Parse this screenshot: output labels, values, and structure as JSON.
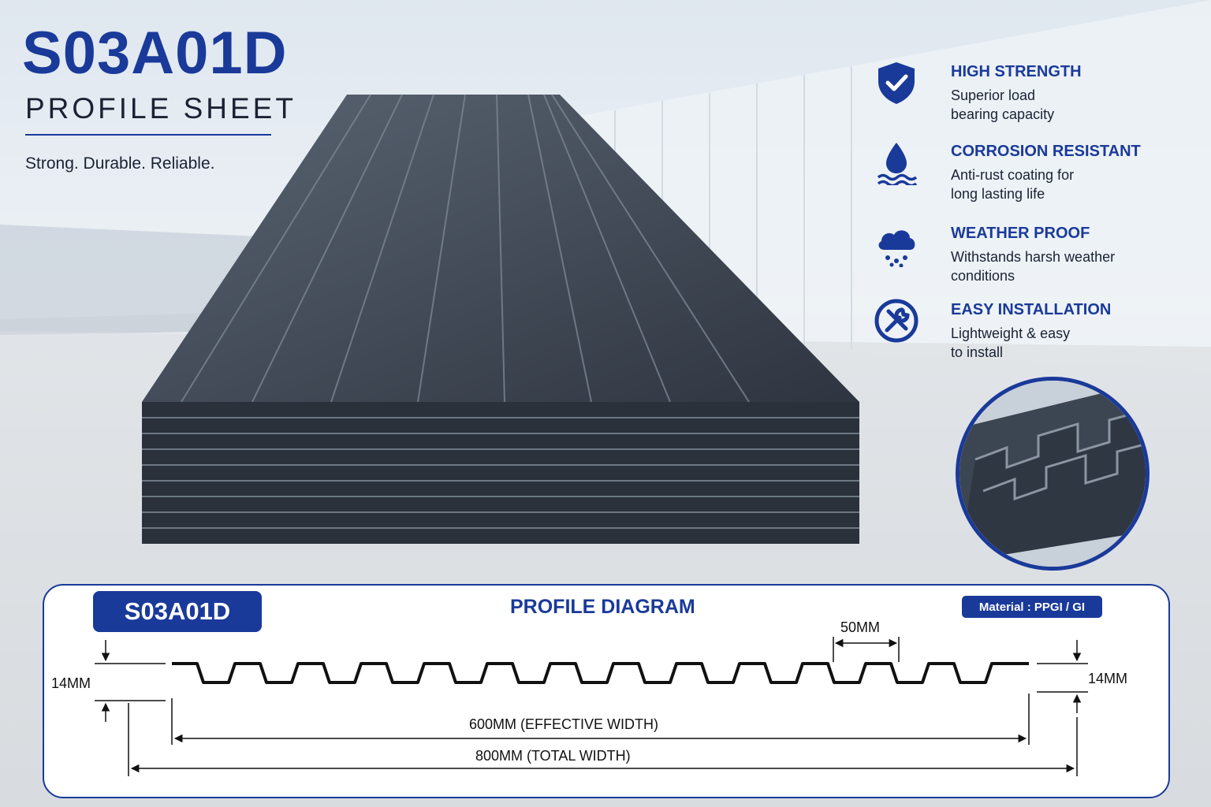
{
  "header": {
    "title": "S03A01D",
    "subtitle": "PROFILE SHEET",
    "tagline": "Strong. Durable. Reliable."
  },
  "features": [
    {
      "icon": "shield-check-icon",
      "title": "HIGH STRENGTH",
      "line1": "Superior load",
      "line2": "bearing capacity"
    },
    {
      "icon": "water-drop-icon",
      "title": "CORROSION RESISTANT",
      "line1": "Anti-rust coating for",
      "line2": "long lasting life"
    },
    {
      "icon": "rain-cloud-icon",
      "title": "WEATHER PROOF",
      "line1": "Withstands harsh weather",
      "line2": "conditions"
    },
    {
      "icon": "tools-icon",
      "title": "EASY INSTALLATION",
      "line1": "Lightweight & easy",
      "line2": "to install"
    }
  ],
  "diagram": {
    "badge": "S03A01D",
    "title": "PROFILE DIAGRAM",
    "material": "Material : PPGI / GI",
    "rib_spacing": "50MM",
    "height_left": "14MM",
    "height_right": "14MM",
    "effective_width": "600MM (EFFECTIVE WIDTH)",
    "total_width": "800MM (TOTAL WIDTH)"
  },
  "colors": {
    "brand": "#1a3a9a",
    "sheet": "#3a4350"
  }
}
